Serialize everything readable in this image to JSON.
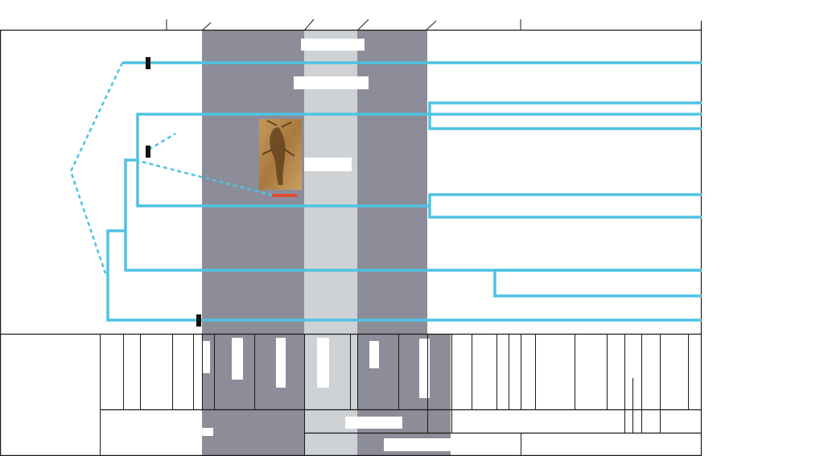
{
  "colors": {
    "background": "#ffffff",
    "frame": "#1a1a1a",
    "band_dark": "#8c8d98",
    "band_light": "#cfd2d5",
    "branch": "#4ec3e2",
    "node_marker": "#111111",
    "scale_bar": "#e24a33",
    "fossil_tone": "#b8884a",
    "label_box": "#ffffff"
  },
  "icons": {
    "fossil": "fossil-specimen-photo",
    "node_marker": "calibration-node-marker"
  },
  "timeline": {
    "ticks": [
      "",
      "",
      "",
      "",
      "",
      "",
      ""
    ]
  },
  "bands": [
    {
      "name": "dark-band-left",
      "tone": "dark"
    },
    {
      "name": "light-band-center",
      "tone": "light"
    },
    {
      "name": "dark-band-right",
      "tone": "dark"
    }
  ],
  "band_labels": [
    "",
    "",
    ""
  ],
  "tips": [
    "",
    "",
    "",
    "",
    "",
    "",
    "",
    "",
    ""
  ],
  "fossil": {
    "caption": "",
    "scale_bar_label": ""
  },
  "stratigraphy": {
    "row1_labels": [
      "",
      "",
      "",
      "",
      "",
      "",
      "",
      "",
      "",
      "",
      "",
      "",
      "",
      "",
      "",
      "",
      "",
      ""
    ],
    "row2_labels": [
      "",
      "",
      "",
      "",
      "",
      ""
    ],
    "row3_labels": [
      "",
      ""
    ]
  }
}
